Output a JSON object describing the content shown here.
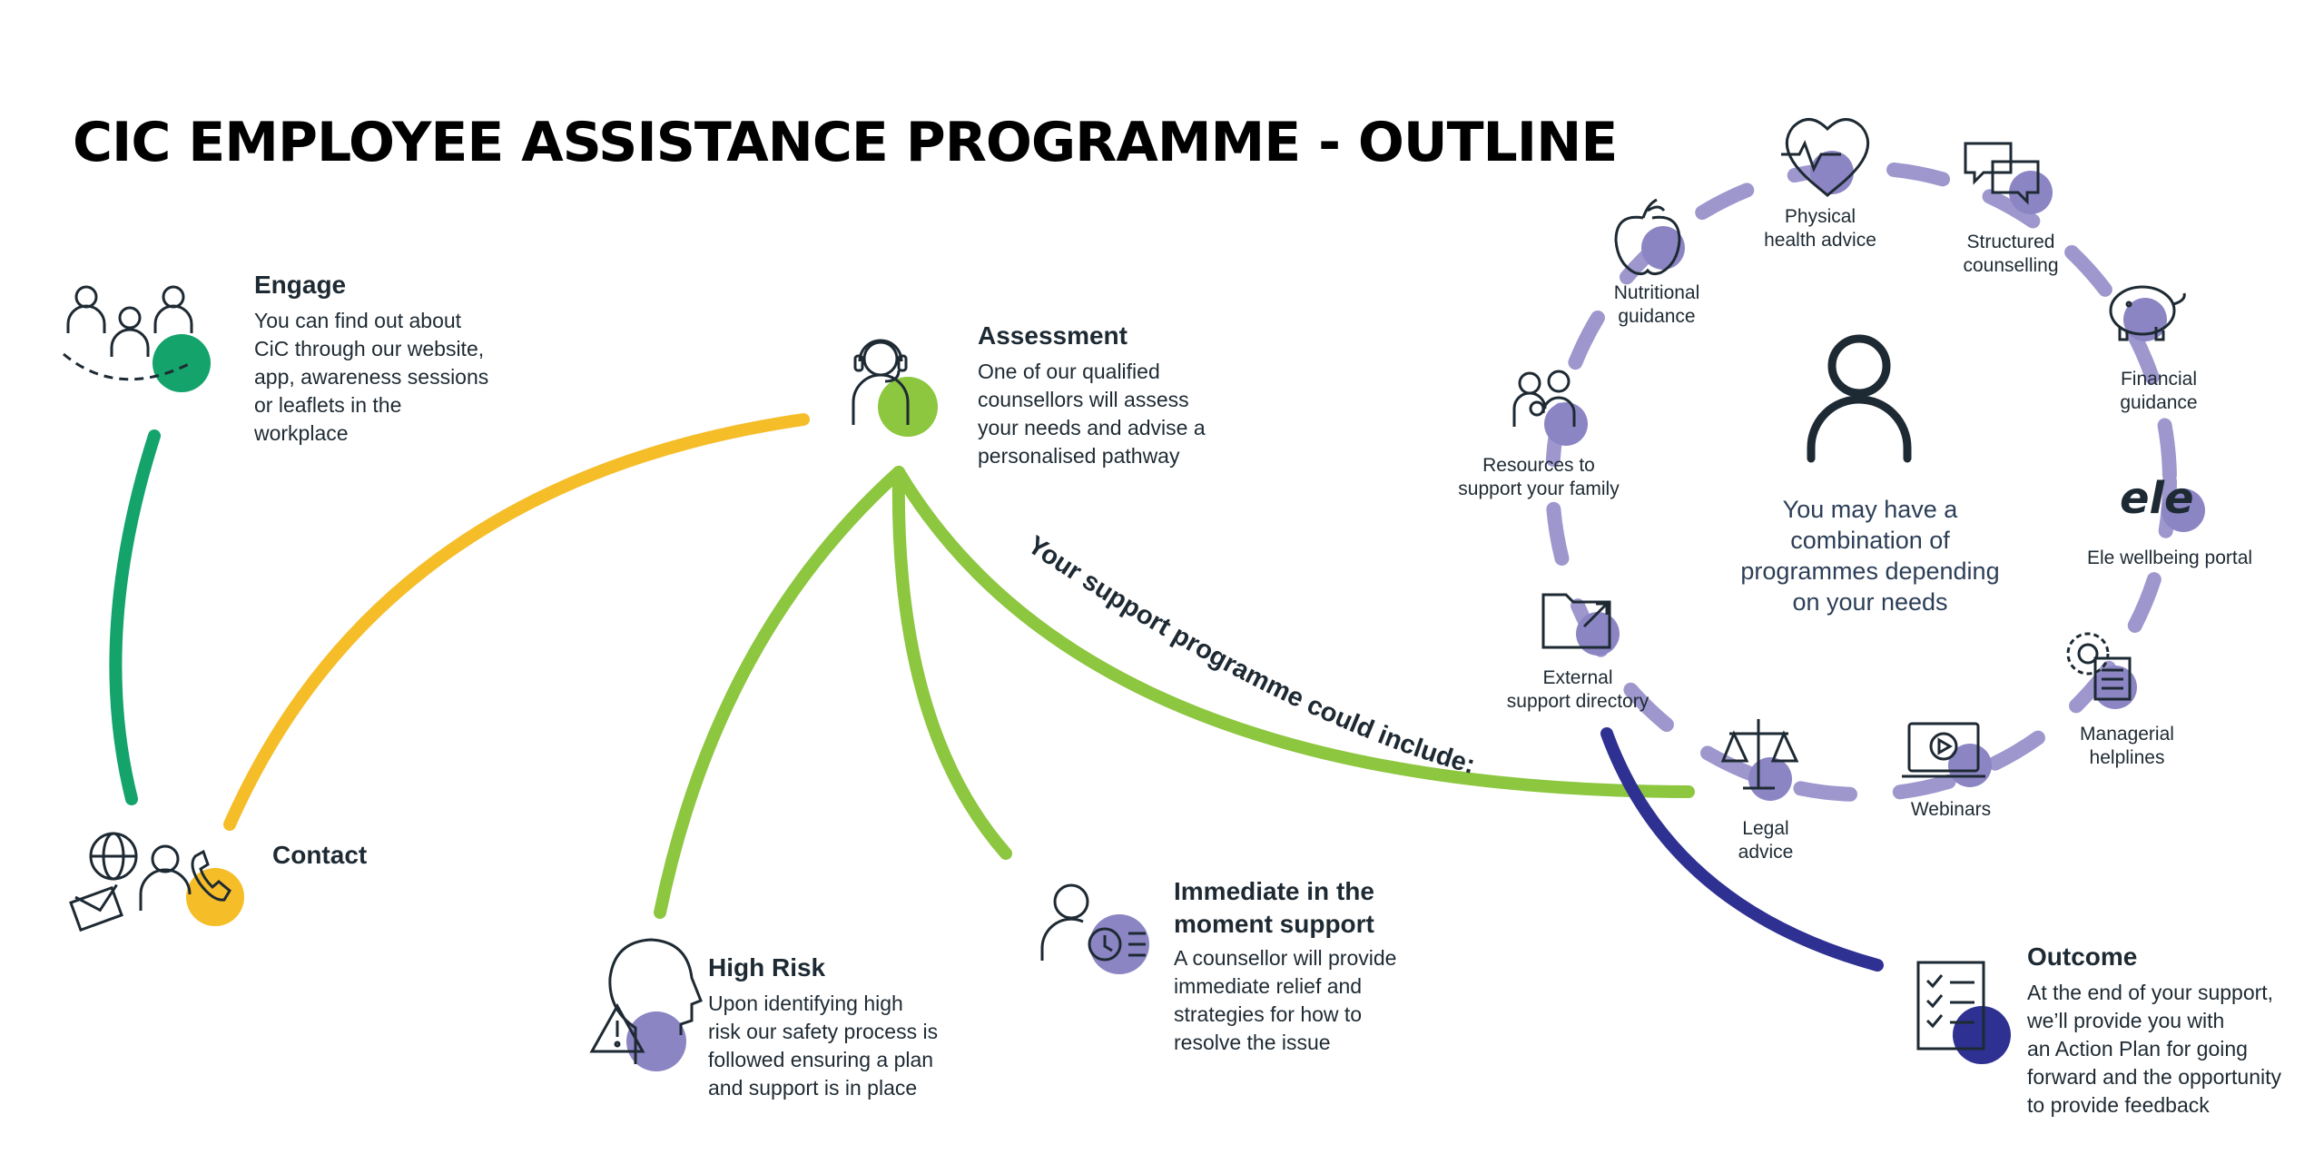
{
  "title": "CIC EMPLOYEE ASSISTANCE PROGRAMME - OUTLINE",
  "colors": {
    "green_dark": "#13a36b",
    "green_light": "#8dc63f",
    "yellow": "#f5bd28",
    "navy": "#2e3192",
    "lavender": "#8c85c4",
    "text": "#1e2a33"
  },
  "engage": {
    "heading": "Engage",
    "lines": [
      "You can find out about",
      "CiC through our website,",
      "app, awareness sessions",
      "or leaflets in the",
      "workplace"
    ]
  },
  "contact": {
    "heading": "Contact"
  },
  "assessment": {
    "heading": "Assessment",
    "lines": [
      "One of our qualified",
      "counsellors will assess",
      "your needs and advise a",
      "personalised pathway"
    ]
  },
  "high_risk": {
    "heading": "High Risk",
    "lines": [
      "Upon identifying high",
      "risk our safety process is",
      "followed ensuring a plan",
      "and support is in place"
    ]
  },
  "immediate": {
    "heading_lines": [
      "Immediate in the",
      "moment support"
    ],
    "lines": [
      "A counsellor will provide",
      "immediate relief and",
      "strategies for how to",
      "resolve the issue"
    ]
  },
  "outcome": {
    "heading": "Outcome",
    "lines": [
      "At the end of your support,",
      "we’ll provide you with",
      "an Action Plan for going",
      "forward and the opportunity",
      "to provide feedback"
    ]
  },
  "curve_label": "Your support programme could include:",
  "center_text": [
    "You may have a",
    "combination of",
    "programmes depending",
    "on your needs"
  ],
  "ring": {
    "physical": [
      "Physical",
      "health advice"
    ],
    "structured": [
      "Structured",
      "counselling"
    ],
    "financial": [
      "Financial",
      "guidance"
    ],
    "ele": [
      "Ele wellbeing portal"
    ],
    "managerial": [
      "Managerial",
      "helplines"
    ],
    "webinars": [
      "Webinars"
    ],
    "legal": [
      "Legal",
      "advice"
    ],
    "external": [
      "External",
      "support directory"
    ],
    "resources": [
      "Resources to",
      "support your family"
    ],
    "nutritional": [
      "Nutritional",
      "guidance"
    ]
  },
  "icons": {
    "engage": "people-group-icon",
    "contact": "contact-channels-icon",
    "assessment": "headset-counsellor-icon",
    "high_risk": "head-warning-icon",
    "immediate": "person-support-icon",
    "outcome": "checklist-icon",
    "center": "person-icon",
    "physical": "heart-pulse-icon",
    "structured": "speech-bubbles-icon",
    "financial": "piggy-bank-icon",
    "ele": "ele-logo-icon",
    "managerial": "gear-document-icon",
    "webinars": "laptop-play-icon",
    "legal": "scales-icon",
    "external": "folder-link-icon",
    "resources": "family-icon",
    "nutritional": "apple-icon"
  }
}
